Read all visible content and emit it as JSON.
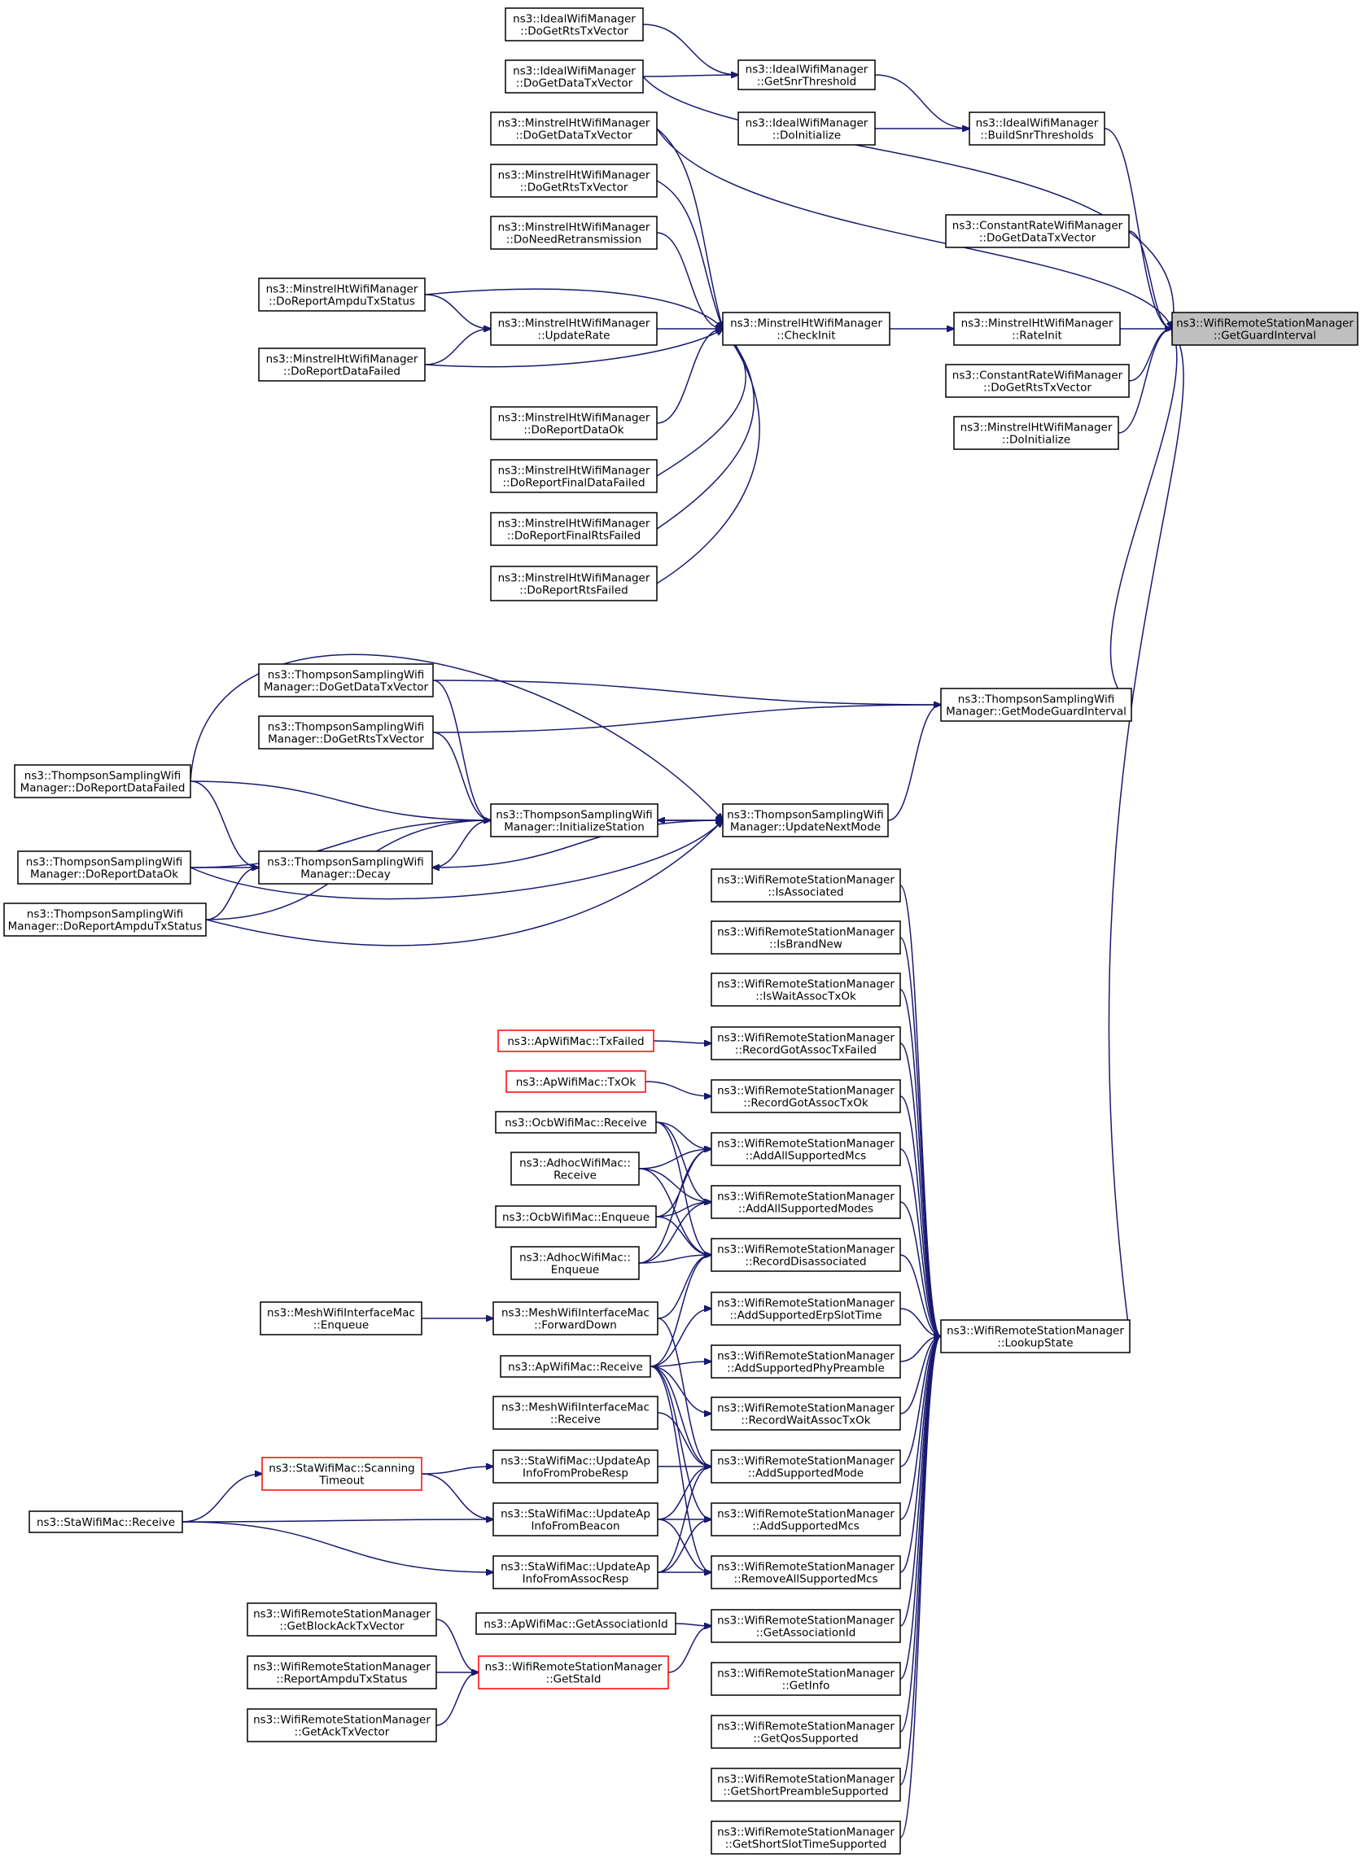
{
  "graph": {
    "root": "ns3::WifiRemoteStationManager\n::GetGuardInterval",
    "edge_color": "#191970",
    "root_fill": "#bfbfbf",
    "node_border": "#000000",
    "incomplete_node_border": "#ff0000",
    "nodes": {
      "root": "ns3::WifiRemoteStationManager\n::GetGuardInterval",
      "iw_rts": "ns3::IdealWifiManager\n::DoGetRtsTxVector",
      "iw_data": "ns3::IdealWifiManager\n::DoGetDataTxVector",
      "iw_snr": "ns3::IdealWifiManager\n::GetSnrThreshold",
      "iw_init": "ns3::IdealWifiManager\n::DoInitialize",
      "iw_build": "ns3::IdealWifiManager\n::BuildSnrThresholds",
      "mh_data": "ns3::MinstrelHtWifiManager\n::DoGetDataTxVector",
      "mh_rts": "ns3::MinstrelHtWifiManager\n::DoGetRtsTxVector",
      "mh_retx": "ns3::MinstrelHtWifiManager\n::DoNeedRetransmission",
      "mh_ampdu": "ns3::MinstrelHtWifiManager\n::DoReportAmpduTxStatus",
      "mh_update": "ns3::MinstrelHtWifiManager\n::UpdateRate",
      "mh_failed": "ns3::MinstrelHtWifiManager\n::DoReportDataFailed",
      "mh_ok": "ns3::MinstrelHtWifiManager\n::DoReportDataOk",
      "mh_final_data": "ns3::MinstrelHtWifiManager\n::DoReportFinalDataFailed",
      "mh_final_rts": "ns3::MinstrelHtWifiManager\n::DoReportFinalRtsFailed",
      "mh_rts_failed": "ns3::MinstrelHtWifiManager\n::DoReportRtsFailed",
      "mh_check": "ns3::MinstrelHtWifiManager\n::CheckInit",
      "mh_rateinit": "ns3::MinstrelHtWifiManager\n::RateInit",
      "mh_doinit": "ns3::MinstrelHtWifiManager\n::DoInitialize",
      "cr_data": "ns3::ConstantRateWifiManager\n::DoGetDataTxVector",
      "cr_rts": "ns3::ConstantRateWifiManager\n::DoGetRtsTxVector",
      "ts_data": "ns3::ThompsonSamplingWifi\nManager::DoGetDataTxVector",
      "ts_rts": "ns3::ThompsonSamplingWifi\nManager::DoGetRtsTxVector",
      "ts_failed": "ns3::ThompsonSamplingWifi\nManager::DoReportDataFailed",
      "ts_ok": "ns3::ThompsonSamplingWifi\nManager::DoReportDataOk",
      "ts_ampdu": "ns3::ThompsonSamplingWifi\nManager::DoReportAmpduTxStatus",
      "ts_initst": "ns3::ThompsonSamplingWifi\nManager::InitializeStation",
      "ts_decay": "ns3::ThompsonSamplingWifi\nManager::Decay",
      "ts_next": "ns3::ThompsonSamplingWifi\nManager::UpdateNextMode",
      "ts_gi": "ns3::ThompsonSamplingWifi\nManager::GetModeGuardInterval",
      "ls": "ns3::WifiRemoteStationManager\n::LookupState",
      "w_isassoc": "ns3::WifiRemoteStationManager\n::IsAssociated",
      "w_isbrand": "ns3::WifiRemoteStationManager\n::IsBrandNew",
      "w_iswait": "ns3::WifiRemoteStationManager\n::IsWaitAssocTxOk",
      "w_recfail": "ns3::WifiRemoteStationManager\n::RecordGotAssocTxFailed",
      "w_recok": "ns3::WifiRemoteStationManager\n::RecordGotAssocTxOk",
      "w_allmcs": "ns3::WifiRemoteStationManager\n::AddAllSupportedMcs",
      "w_allmodes": "ns3::WifiRemoteStationManager\n::AddAllSupportedModes",
      "w_disassoc": "ns3::WifiRemoteStationManager\n::RecordDisassociated",
      "w_erp": "ns3::WifiRemoteStationManager\n::AddSupportedErpSlotTime",
      "w_phypre": "ns3::WifiRemoteStationManager\n::AddSupportedPhyPreamble",
      "w_recwait": "ns3::WifiRemoteStationManager\n::RecordWaitAssocTxOk",
      "w_addmode": "ns3::WifiRemoteStationManager\n::AddSupportedMode",
      "w_addmcs": "ns3::WifiRemoteStationManager\n::AddSupportedMcs",
      "w_removemcs": "ns3::WifiRemoteStationManager\n::RemoveAllSupportedMcs",
      "w_getassoc": "ns3::WifiRemoteStationManager\n::GetAssociationId",
      "w_getinfo": "ns3::WifiRemoteStationManager\n::GetInfo",
      "w_qos": "ns3::WifiRemoteStationManager\n::GetQosSupported",
      "w_shortpre": "ns3::WifiRemoteStationManager\n::GetShortPreambleSupported",
      "w_shortslot": "ns3::WifiRemoteStationManager\n::GetShortSlotTimeSupported",
      "ap_txfailed": "ns3::ApWifiMac::TxFailed",
      "ap_txok": "ns3::ApWifiMac::TxOk",
      "ocb_recv": "ns3::OcbWifiMac::Receive",
      "adhoc_recv": "ns3::AdhocWifiMac::\nReceive",
      "ocb_enq": "ns3::OcbWifiMac::Enqueue",
      "adhoc_enq": "ns3::AdhocWifiMac::\nEnqueue",
      "mesh_enq": "ns3::MeshWifiInterfaceMac\n::Enqueue",
      "mesh_fwd": "ns3::MeshWifiInterfaceMac\n::ForwardDown",
      "ap_recv": "ns3::ApWifiMac::Receive",
      "mesh_recv": "ns3::MeshWifiInterfaceMac\n::Receive",
      "sta_scan": "ns3::StaWifiMac::Scanning\nTimeout",
      "sta_probe": "ns3::StaWifiMac::UpdateAp\nInfoFromProbeResp",
      "sta_beacon": "ns3::StaWifiMac::UpdateAp\nInfoFromBeacon",
      "sta_assocresp": "ns3::StaWifiMac::UpdateAp\nInfoFromAssocResp",
      "sta_recv": "ns3::StaWifiMac::Receive",
      "ap_getassoc": "ns3::ApWifiMac::GetAssociationId",
      "w_blockack": "ns3::WifiRemoteStationManager\n::GetBlockAckTxVector",
      "w_reportampdu": "ns3::WifiRemoteStationManager\n::ReportAmpduTxStatus",
      "w_ack": "ns3::WifiRemoteStationManager\n::GetAckTxVector",
      "w_getstaid": "ns3::WifiRemoteStationManager\n::GetStaId"
    }
  }
}
